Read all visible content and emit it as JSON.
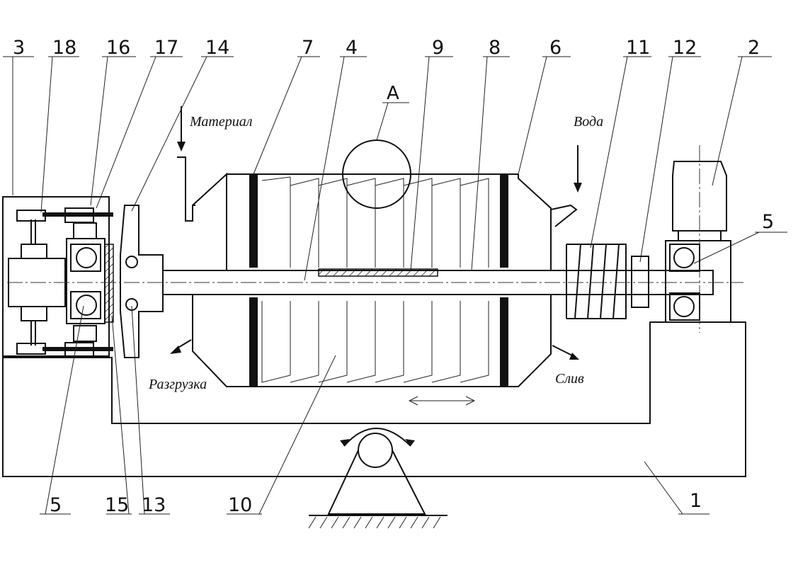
{
  "labels": {
    "n1": "1",
    "n2": "2",
    "n3": "3",
    "n4": "4",
    "n5a": "5",
    "n5b": "5",
    "n6": "6",
    "n7": "7",
    "n8": "8",
    "n9": "9",
    "n10": "10",
    "n11": "11",
    "n12": "12",
    "n13": "13",
    "n14": "14",
    "n15": "15",
    "n16": "16",
    "n17": "17",
    "n18": "18",
    "viewA": "А"
  },
  "captions": {
    "material": "Материал",
    "water": "Вода",
    "unloading": "Разгрузка",
    "drain": "Слив"
  }
}
